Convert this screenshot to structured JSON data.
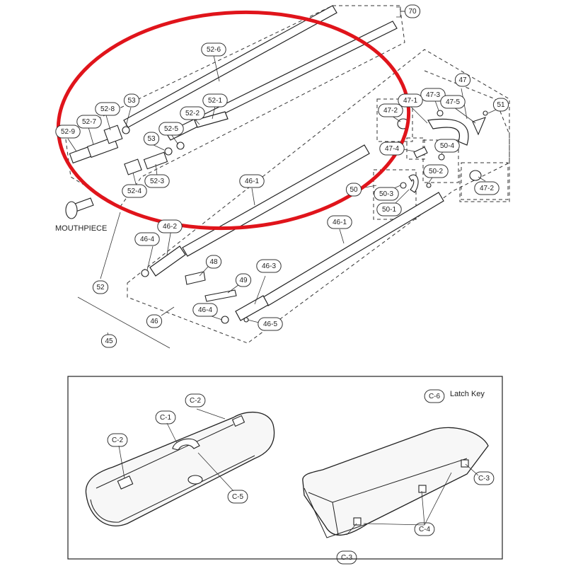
{
  "parts": {
    "p70": "70",
    "p52_6": "52-6",
    "p53a": "53",
    "p52_8": "52-8",
    "p52_7": "52-7",
    "p52_9": "52-9",
    "p52_1": "52-1",
    "p52_2": "52-2",
    "p52_5": "52-5",
    "p53b": "53",
    "p52_3": "52-3",
    "p52_4": "52-4",
    "p52": "52",
    "p45": "45",
    "p46": "46",
    "p46_1a": "46-1",
    "p46_1b": "46-1",
    "p46_2": "46-2",
    "p46_4a": "46-4",
    "p46_4b": "46-4",
    "p48": "48",
    "p49": "49",
    "p46_3": "46-3",
    "p46_5": "46-5",
    "p47": "47",
    "p47_3": "47-3",
    "p47_5": "47-5",
    "p47_1": "47-1",
    "p47_2a": "47-2",
    "p47_2b": "47-2",
    "p47_4": "47-4",
    "p50_4": "50-4",
    "p50_2": "50-2",
    "p50": "50",
    "p50_3": "50-3",
    "p50_1": "50-1",
    "p51": "51",
    "c1": "C-1",
    "c2a": "C-2",
    "c2b": "C-2",
    "c3a": "C-3",
    "c3b": "C-3",
    "c4": "C-4",
    "c5": "C-5",
    "c6": "C-6"
  },
  "labels": {
    "mouthpiece": "MOUTHPIECE",
    "latch_key": "Latch Key"
  },
  "colors": {
    "highlight_ellipse": "#e0141b",
    "line": "#222222"
  }
}
